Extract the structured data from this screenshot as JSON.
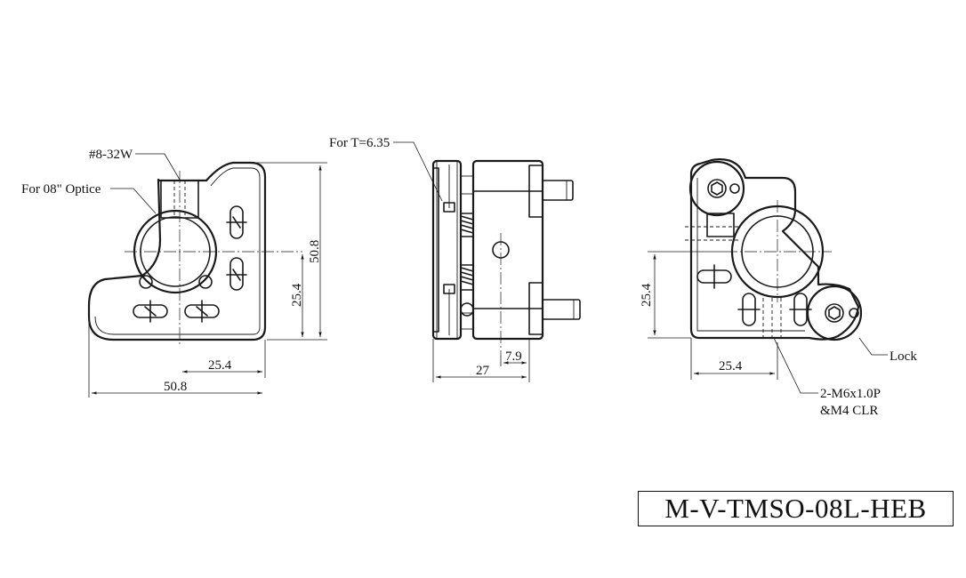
{
  "front_view": {
    "callout_thread": "#8-32W",
    "callout_optic": "For 08\" Optice",
    "dim_height_total": "50.8",
    "dim_height_center": "25.4",
    "dim_width_center": "25.4",
    "dim_width_total": "50.8"
  },
  "side_view": {
    "callout_thickness": "For T=6.35",
    "dim_depth": "27",
    "dim_offset": "7.9"
  },
  "back_view": {
    "dim_height_center": "25.4",
    "dim_width_center": "25.4",
    "callout_lock": "Lock",
    "callout_holes_line1": "2-M6x1.0P",
    "callout_holes_line2": "&M4 CLR"
  },
  "title_block": {
    "part_number": "M-V-TMSO-08L-HEB"
  }
}
